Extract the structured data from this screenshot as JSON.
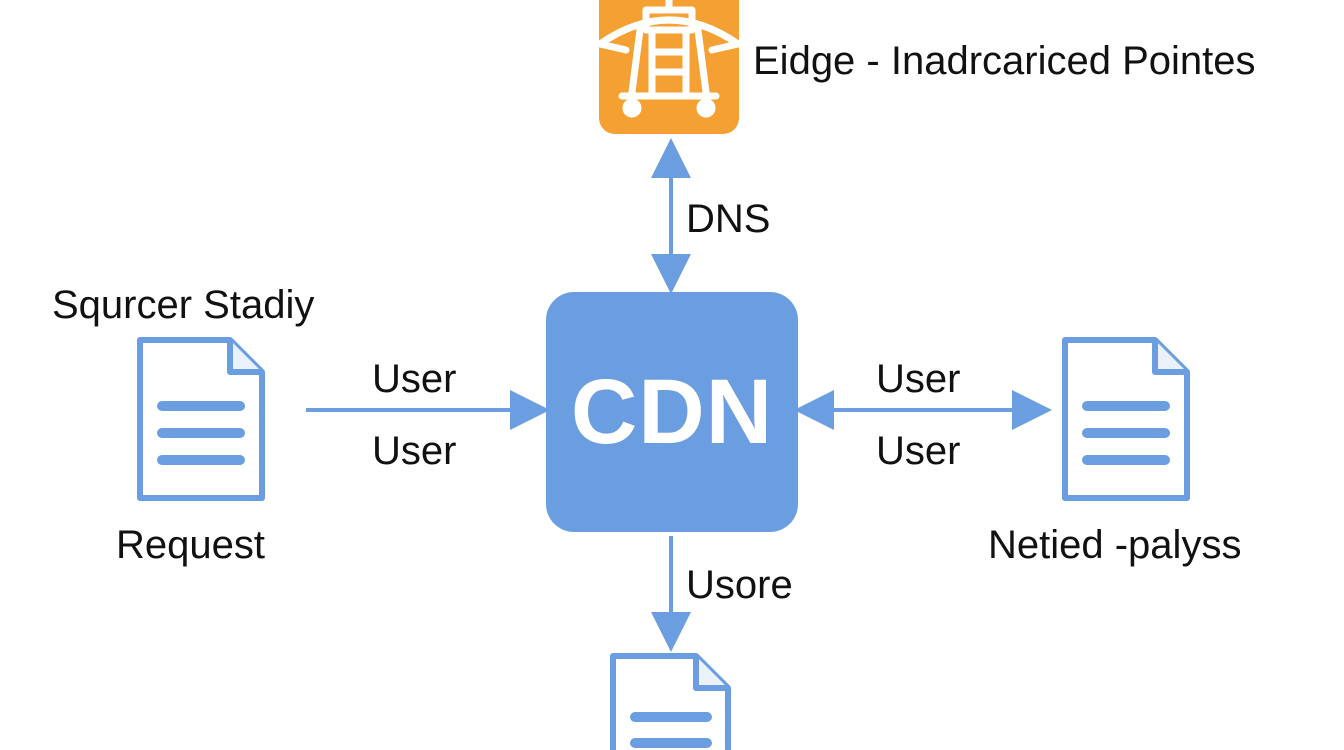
{
  "title": "Eidge - Inadrcariced Pointes",
  "cdn": {
    "label": "CDN"
  },
  "edges": {
    "top": "DNS",
    "left_upper": "User",
    "left_lower": "User",
    "right_upper": "User",
    "right_lower": "User",
    "bottom": "Usore"
  },
  "nodes": {
    "left": {
      "caption_top": "Squrcer Stadiy",
      "caption_bottom": "Request"
    },
    "right": {
      "caption_bottom": "Netied -palyss"
    }
  },
  "colors": {
    "accent_blue": "#6a9ee0",
    "doc_stroke": "#6a9ee0",
    "doc_fill": "#ffffff",
    "edge_node_orange": "#f5a033",
    "arrow": "#6a9ee0",
    "text": "#111111"
  },
  "icons": {
    "edge_node": "tower-icon",
    "documents": "document-icon"
  }
}
